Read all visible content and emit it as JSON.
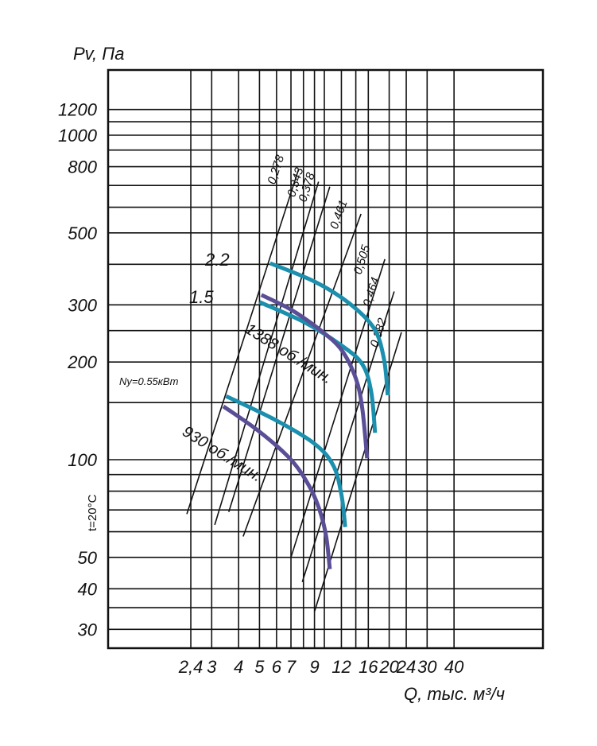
{
  "chart_data": {
    "type": "line",
    "x_scale": "log",
    "y_scale": "log",
    "grid": true,
    "ylabel": "Pv, Па",
    "xlabel": "Q, тыс. м³/ч",
    "side_note": "t=20°C",
    "x_ticks": [
      {
        "v": 2.4,
        "label": "2,4"
      },
      {
        "v": 3,
        "label": "3"
      },
      {
        "v": 4,
        "label": "4"
      },
      {
        "v": 5,
        "label": "5"
      },
      {
        "v": 6,
        "label": "6"
      },
      {
        "v": 7,
        "label": "7"
      },
      {
        "v": 9,
        "label": "9"
      },
      {
        "v": 12,
        "label": "12"
      },
      {
        "v": 16,
        "label": "16"
      },
      {
        "v": 20,
        "label": "20"
      },
      {
        "v": 24,
        "label": "24"
      },
      {
        "v": 30,
        "label": "30"
      },
      {
        "v": 40,
        "label": "40"
      }
    ],
    "x_grid_minor": [
      8,
      10,
      14
    ],
    "y_ticks": [
      {
        "v": 30,
        "label": "30"
      },
      {
        "v": 40,
        "label": "40"
      },
      {
        "v": 50,
        "label": "50"
      },
      {
        "v": 100,
        "label": "100"
      },
      {
        "v": 200,
        "label": "200"
      },
      {
        "v": 300,
        "label": "300"
      },
      {
        "v": 500,
        "label": "500"
      },
      {
        "v": 800,
        "label": "800"
      },
      {
        "v": 1000,
        "label": "1000"
      },
      {
        "v": 1200,
        "label": "1200"
      }
    ],
    "y_grid_minor": [
      35,
      60,
      70,
      80,
      90,
      150,
      250,
      400,
      600,
      700,
      900,
      1100
    ],
    "efficiency_lines": [
      {
        "label": "0,278",
        "from": [
          2.3,
          68
        ],
        "to": [
          7.6,
          786
        ]
      },
      {
        "label": "0,343",
        "from": [
          3.1,
          63
        ],
        "to": [
          9.4,
          719
        ]
      },
      {
        "label": "0,378",
        "from": [
          3.6,
          69
        ],
        "to": [
          10.6,
          694
        ]
      },
      {
        "label": "0,461",
        "from": [
          4.2,
          58
        ],
        "to": [
          14.8,
          572
        ]
      },
      {
        "label": "0,505",
        "from": [
          7.0,
          50
        ],
        "to": [
          19.1,
          415
        ]
      },
      {
        "label": "0,464",
        "from": [
          7.9,
          42
        ],
        "to": [
          21.1,
          330
        ]
      },
      {
        "label": "0,382",
        "from": [
          9.0,
          34
        ],
        "to": [
          22.8,
          247
        ]
      }
    ],
    "series": [
      {
        "name": "930 об./мин.",
        "color": "#5a4e96",
        "role": "speed",
        "points": [
          [
            3.4,
            146
          ],
          [
            5,
            122
          ],
          [
            7,
            100
          ],
          [
            8.5,
            83
          ],
          [
            9.5,
            70
          ],
          [
            10.2,
            58
          ],
          [
            10.6,
            46
          ]
        ]
      },
      {
        "name": "1388 об./мин.",
        "color": "#5a4e96",
        "role": "speed",
        "points": [
          [
            5.1,
            322
          ],
          [
            7,
            290
          ],
          [
            9.5,
            252
          ],
          [
            12,
            218
          ],
          [
            14,
            178
          ],
          [
            15,
            144
          ],
          [
            15.8,
            101
          ]
        ]
      },
      {
        "name": "Ny=0.55кВт",
        "color": "#1b8fad",
        "role": "power",
        "points": [
          [
            3.5,
            157
          ],
          [
            6,
            132
          ],
          [
            9,
            112
          ],
          [
            11,
            96
          ],
          [
            12,
            78
          ],
          [
            12.5,
            62
          ]
        ]
      },
      {
        "name": "1.5",
        "color": "#1b8fad",
        "role": "power",
        "points": [
          [
            5.0,
            306
          ],
          [
            8,
            266
          ],
          [
            12,
            225
          ],
          [
            15,
            197
          ],
          [
            16.5,
            162
          ],
          [
            17.2,
            121
          ]
        ]
      },
      {
        "name": "2.2",
        "color": "#1b8fad",
        "role": "power",
        "points": [
          [
            5.6,
            403
          ],
          [
            9,
            354
          ],
          [
            13,
            304
          ],
          [
            17,
            254
          ],
          [
            18.9,
            205
          ],
          [
            19.7,
            158
          ]
        ]
      }
    ],
    "speed_labels": [
      "1388 об./мин.",
      "930 об./мин."
    ],
    "power_labels": [
      "2.2",
      "1.5",
      "Ny=0.55кВт"
    ]
  }
}
